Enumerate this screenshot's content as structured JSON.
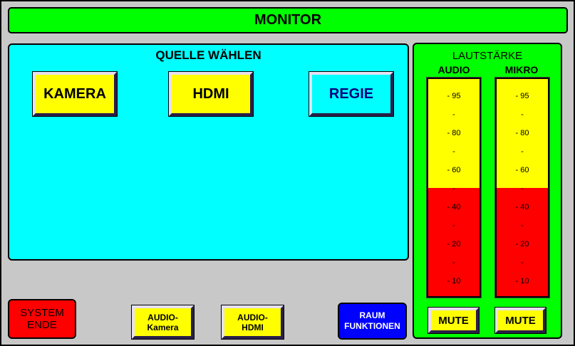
{
  "title": "MONITOR",
  "source": {
    "heading": "QUELLE WÄHLEN",
    "buttons": [
      "KAMERA",
      "HDMI",
      "REGIE"
    ]
  },
  "volume": {
    "heading": "LAUTSTÄRKE",
    "channels": [
      {
        "label": "AUDIO",
        "mute_label": "MUTE",
        "level_percent": 100
      },
      {
        "label": "MIKRO",
        "mute_label": "MUTE",
        "level_percent": 100
      }
    ],
    "ticks": [
      "- 95",
      "-",
      "- 80",
      "-",
      "- 60",
      "-",
      "- 40",
      "-",
      "- 20",
      "-",
      "- 10"
    ]
  },
  "bottom": {
    "system_end": "SYSTEM\nENDE",
    "audio_kamera": "AUDIO-\nKamera",
    "audio_hdmi": "AUDIO-\nHDMI",
    "raum_funktionen": "RAUM\nFUNKTIONEN"
  },
  "colors": {
    "title_bg": "#00ff00",
    "source_panel_bg": "#00ffff",
    "button_yellow": "#ffff00",
    "meter_yellow": "#ffff00",
    "meter_red": "#ff0000",
    "system_end_bg": "#ff0000",
    "raum_bg": "#0000ff"
  }
}
